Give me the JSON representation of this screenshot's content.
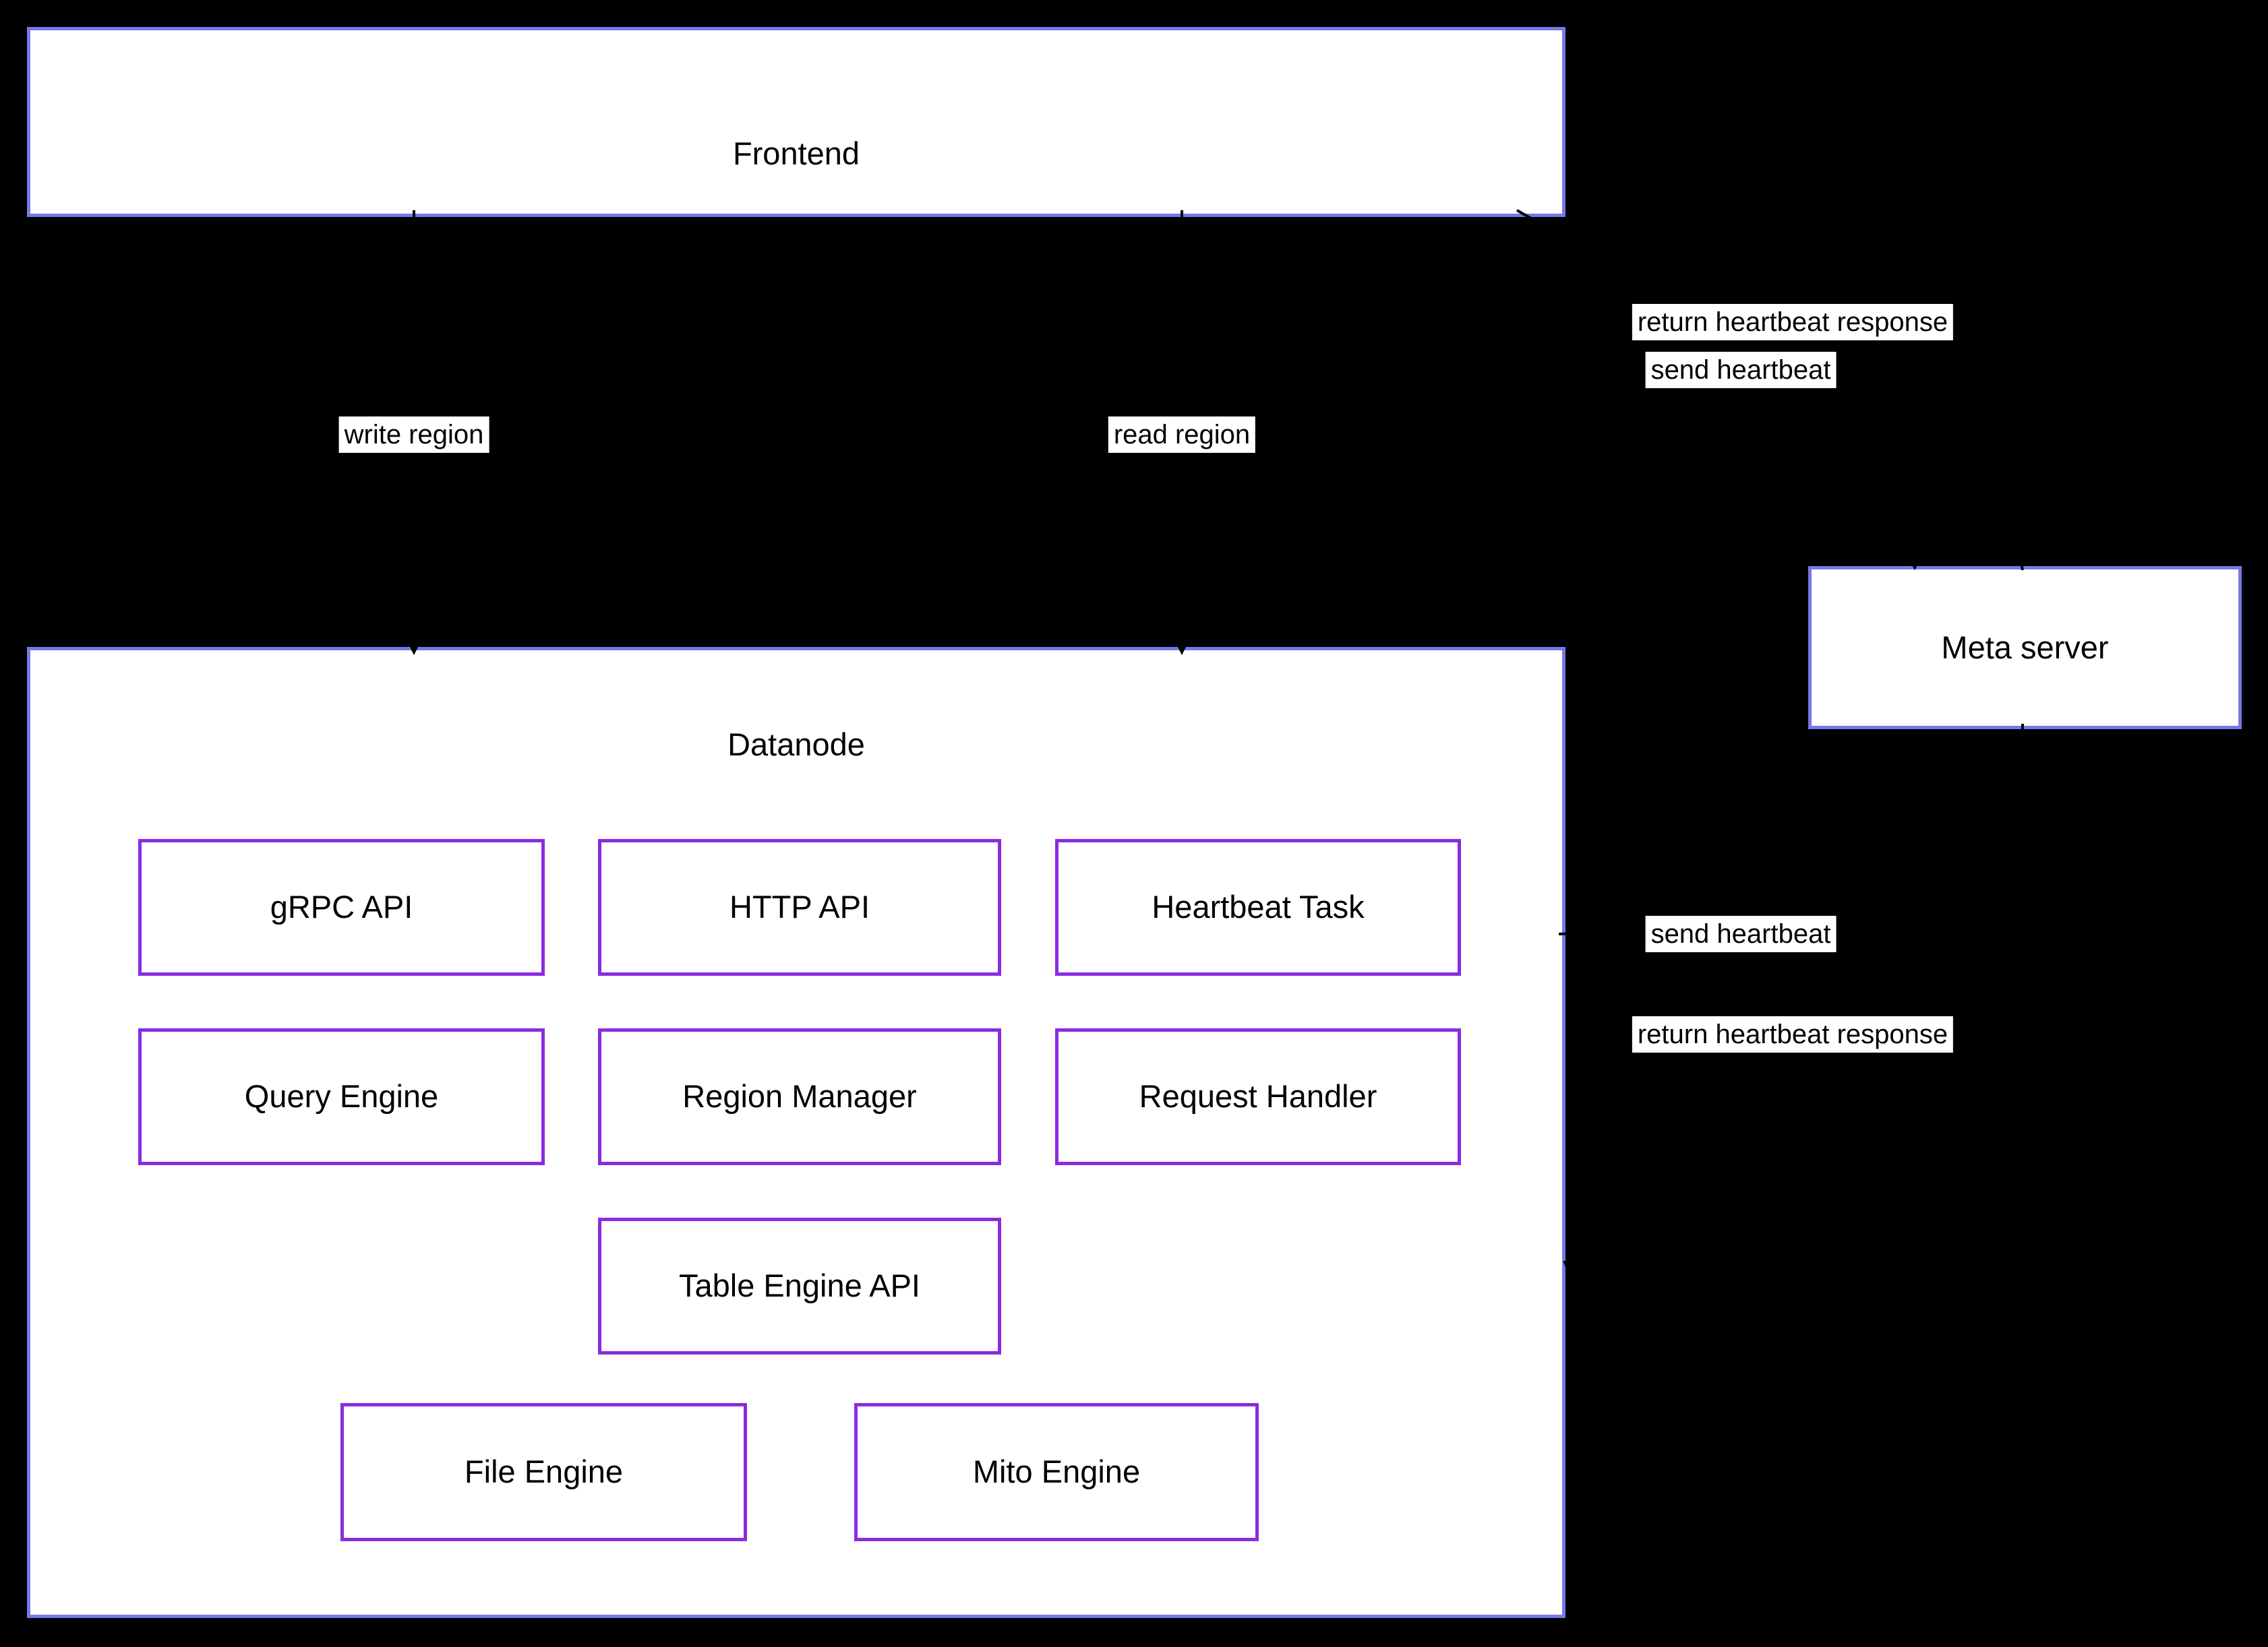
{
  "nodes": {
    "frontend": {
      "label": "Frontend"
    },
    "datanode": {
      "label": "Datanode"
    },
    "meta_server": {
      "label": "Meta server"
    },
    "grpc_api": {
      "label": "gRPC API"
    },
    "http_api": {
      "label": "HTTP API"
    },
    "heartbeat_task": {
      "label": "Heartbeat Task"
    },
    "query_engine": {
      "label": "Query Engine"
    },
    "region_manager": {
      "label": "Region Manager"
    },
    "request_handler": {
      "label": "Request Handler"
    },
    "table_engine_api": {
      "label": "Table Engine API"
    },
    "file_engine": {
      "label": "File Engine"
    },
    "mito_engine": {
      "label": "Mito Engine"
    }
  },
  "edge_labels": {
    "write_region": {
      "label": "write region"
    },
    "read_region": {
      "label": "read region"
    },
    "frontend_send_heartbeat": {
      "label": "send heartbeat"
    },
    "frontend_return_heartbeat": {
      "label": "return heartbeat response"
    },
    "datanode_send_heartbeat": {
      "label": "send heartbeat"
    },
    "datanode_return_heartbeat": {
      "label": "return heartbeat response"
    }
  },
  "colors": {
    "background": "#000000",
    "node_fill": "#ffffff",
    "outer_box_border": "#7579e9",
    "inner_box_border": "#8a2be2",
    "edge_stroke": "#000000",
    "label_text": "#000000",
    "label_background": "#ffffff"
  }
}
